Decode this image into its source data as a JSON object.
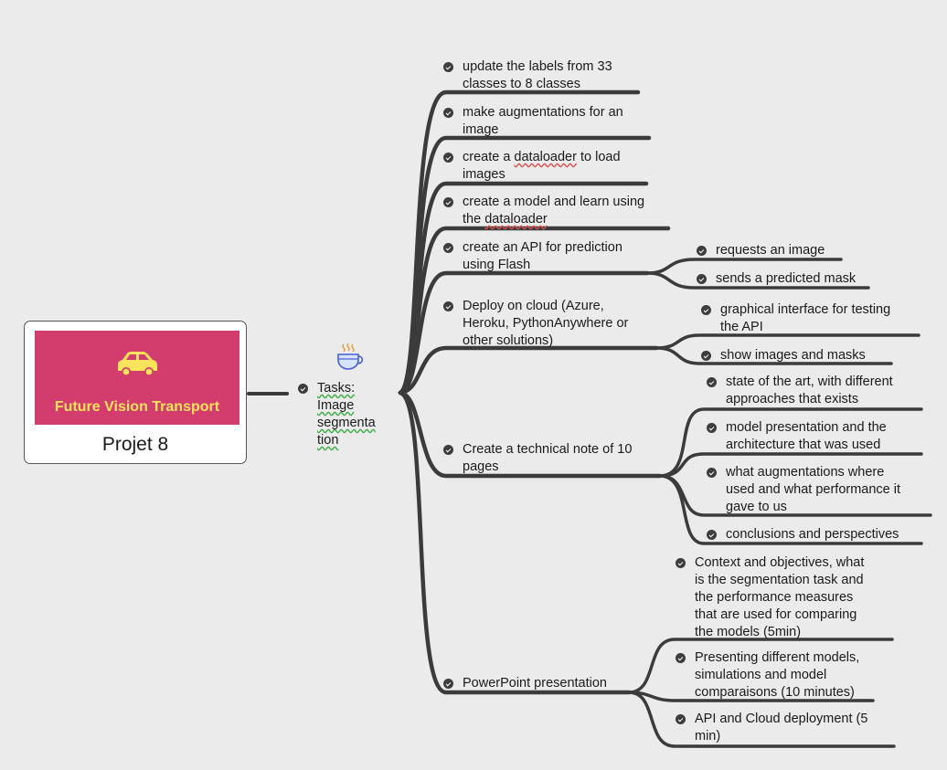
{
  "root": {
    "banner_text": "Future Vision Transport",
    "title": "Projet 8",
    "banner_color": "#d33d6e",
    "banner_text_color": "#fbe35c",
    "icon": "car-icon"
  },
  "tasks": {
    "line1": "Tasks:",
    "line2": "Image",
    "line3": "segmenta",
    "line4": "tion",
    "icon": "coffee-cup-icon",
    "status": "done"
  },
  "items": {
    "n1": {
      "line1": "update the labels from 33",
      "line2": "classes to 8 classes"
    },
    "n2": {
      "line1": "make augmentations for an",
      "line2": "image"
    },
    "n3": {
      "pre": "create a ",
      "word": "dataloader",
      "post": " to load",
      "line2": "images"
    },
    "n4": {
      "line1": "create a model and learn using",
      "line2_pre": "the ",
      "line2_word": "dataloader"
    },
    "n5": {
      "line1": "create an API for prediction",
      "line2": "using Flash"
    },
    "n5a": {
      "line1": "requests an image"
    },
    "n5b": {
      "line1": "sends a predicted mask"
    },
    "n6": {
      "line1": "Deploy on cloud (Azure,",
      "line2": "Heroku, PythonAnywhere or",
      "line3": "other solutions)"
    },
    "n6a": {
      "line1": "graphical interface for testing",
      "line2": "the API"
    },
    "n6b": {
      "line1": "show images and masks"
    },
    "n7": {
      "line1": "Create a technical note of 10",
      "line2": "pages"
    },
    "n7a": {
      "line1": "state of the art, with different",
      "line2": "approaches that exists"
    },
    "n7b": {
      "line1": "model presentation and the",
      "line2": "architecture that was used"
    },
    "n7c": {
      "line1": "what augmentations where",
      "line2": "used and what performance it",
      "line3": "gave to us"
    },
    "n7d": {
      "line1": "conclusions and perspectives"
    },
    "n8": {
      "line1": "PowerPoint presentation"
    },
    "n8a": {
      "line1": "Context and objectives, what",
      "line2": "is the segmentation task and",
      "line3": "the performance measures",
      "line4": "that are used for comparing",
      "line5": "the models (5min)"
    },
    "n8b": {
      "line1": "Presenting different models,",
      "line2": "simulations and model",
      "line3": "comparaisons (10 minutes)"
    },
    "n8c": {
      "line1": "API and Cloud deployment (5",
      "line2": "min)"
    }
  }
}
